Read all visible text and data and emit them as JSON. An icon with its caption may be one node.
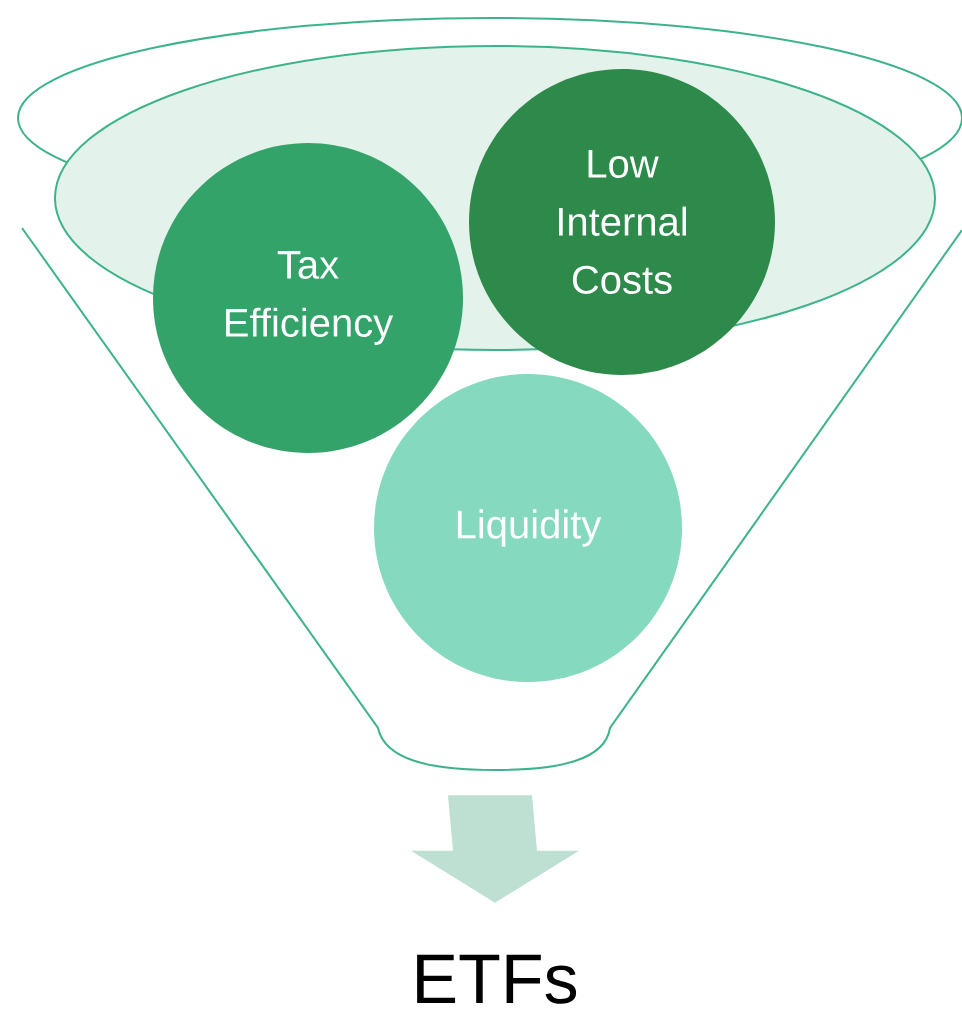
{
  "diagram": {
    "nodes": [
      {
        "text": [],
        "shape": "funnel"
      },
      {
        "text": [
          "Tax Efficiency"
        ],
        "in": 0
      },
      {
        "text": [
          "Low Internal Costs"
        ],
        "in": 0
      },
      {
        "text": [
          "Liquidity"
        ],
        "in": 0
      },
      {
        "text": [
          "ETFs"
        ]
      }
    ],
    "edges": [
      {
        "from": 0,
        "to": 4,
        "arrow": "to"
      }
    ]
  }
}
